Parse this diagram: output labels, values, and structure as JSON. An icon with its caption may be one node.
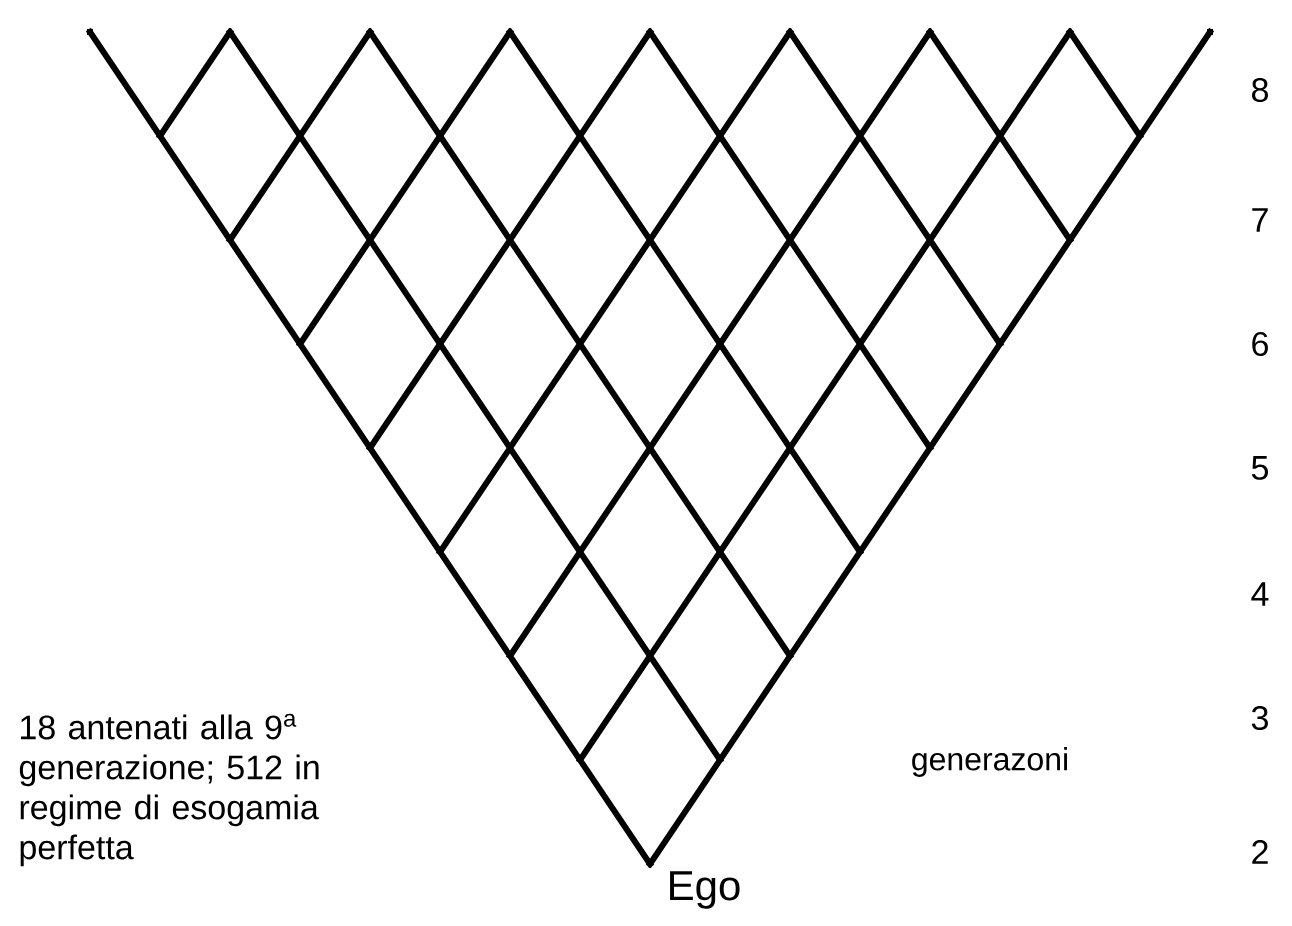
{
  "diagram": {
    "labels": [
      "8",
      "7",
      "6",
      "5",
      "4",
      "18 antenati alla 9$^{a}$ generazione; 512 in regime di esogamia perfetta",
      "generazoni",
      "3",
      "2",
      "Ego"
    ]
  }
}
